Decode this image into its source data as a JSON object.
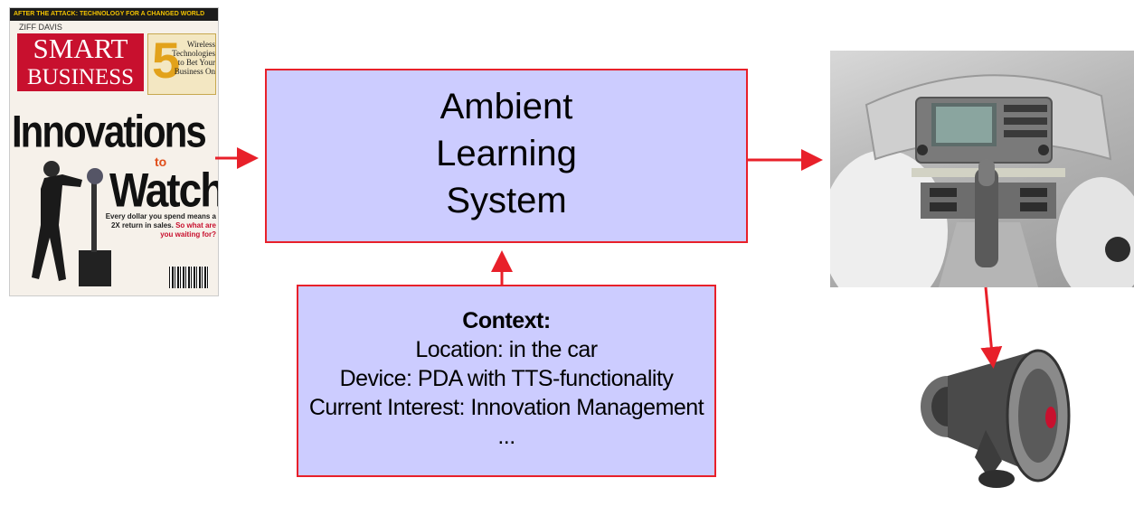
{
  "magazine": {
    "banner": "AFTER THE ATTACK: TECHNOLOGY FOR A CHANGED WORLD",
    "publisher": "ZIFF DAVIS",
    "title_line1": "SMART",
    "title_line2": "BUSINESS",
    "badge_number": "5",
    "badge_text": "Wireless Technologies to Bet Your Business On",
    "headline1": "Innovations",
    "headline_to": "to",
    "headline2": "Watch",
    "tagline": "Every dollar you spend means a 2X return in sales.",
    "tagline_red": "So what are you waiting for?"
  },
  "main_box": {
    "lines": [
      "Ambient",
      "Learning",
      "System"
    ]
  },
  "context_box": {
    "title": "Context:",
    "lines": [
      "Location: in the car",
      "Device: PDA with TTS-functionality",
      "Current Interest: Innovation Management",
      "..."
    ]
  },
  "colors": {
    "box_fill": "#ccccff",
    "box_border": "#e8202a",
    "arrow": "#e8202a"
  },
  "icons": {
    "car": "car-dashboard-icon",
    "speaker": "megaphone-speaker-icon"
  }
}
